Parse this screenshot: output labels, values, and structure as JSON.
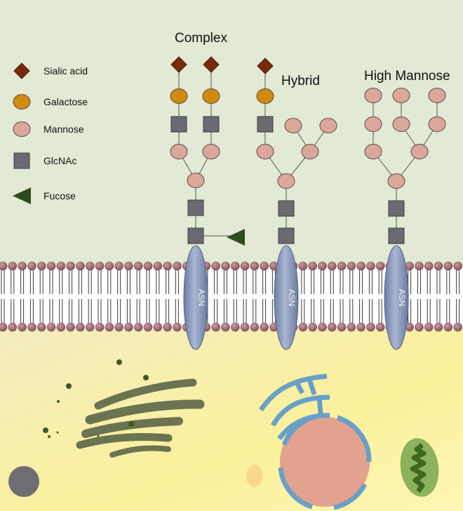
{
  "diagram": {
    "colors": {
      "sialic_acid": "#7a2a0c",
      "galactose": "#d08a0e",
      "mannose": "#dba79b",
      "glcnac": "#6b6a70",
      "fucose": "#2f4a1e",
      "asn": "#8c9bbb",
      "lipid_head": "#9e6a70",
      "extracellular": "#e3ead6",
      "cytoplasm": "#faf0a8",
      "golgi": "#6b7350",
      "er": "#6aa0c8",
      "nucleus": "#e2a28d",
      "mitochondrion": "#8db25c"
    },
    "legend": [
      {
        "shape": "diamond",
        "label": "Sialic acid"
      },
      {
        "shape": "circle",
        "label": "Galactose"
      },
      {
        "shape": "mannose",
        "label": "Mannose"
      },
      {
        "shape": "square",
        "label": "GlcNAc"
      },
      {
        "shape": "triangle",
        "label": "Fucose"
      }
    ],
    "glycans": [
      {
        "title": "Complex",
        "anchor_label": "ASN"
      },
      {
        "title": "Hybrid",
        "anchor_label": "ASN"
      },
      {
        "title": "High Mannose",
        "anchor_label": "ASN"
      }
    ]
  }
}
